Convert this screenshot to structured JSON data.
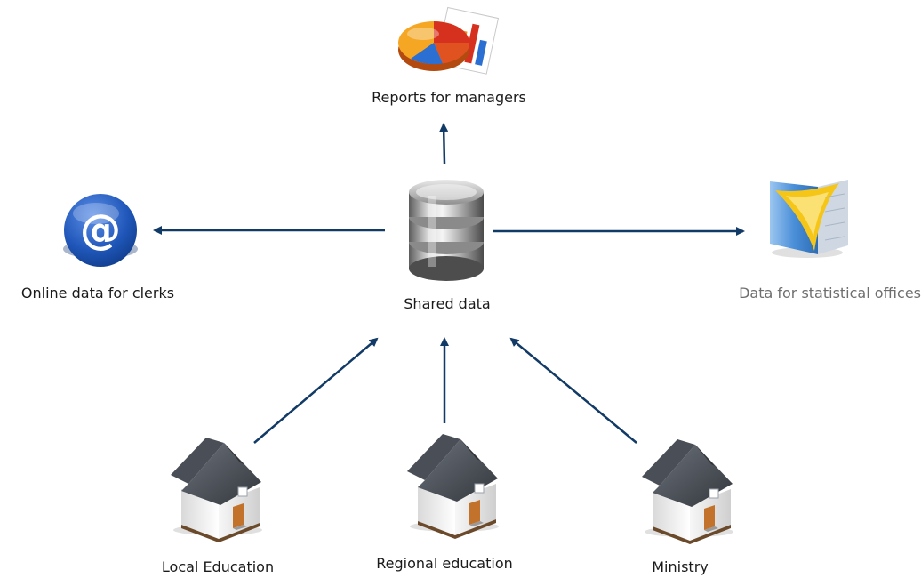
{
  "diagram": {
    "hub": {
      "name": "shared-data",
      "label": "Shared data",
      "icon": "database-icon"
    },
    "outputs": [
      {
        "name": "reports-for-managers",
        "label": "Reports for managers",
        "icon": "pie-chart-report-icon"
      },
      {
        "name": "online-data-for-clerks",
        "label": "Online data for clerks",
        "icon": "at-sign-icon"
      },
      {
        "name": "data-for-statistical-offices",
        "label": "Data for statistical offices",
        "icon": "building-icon"
      }
    ],
    "inputs": [
      {
        "name": "local-education",
        "label": "Local Education",
        "icon": "house-icon"
      },
      {
        "name": "regional-education",
        "label": "Regional education",
        "icon": "house-icon"
      },
      {
        "name": "ministry",
        "label": "Ministry",
        "icon": "house-icon"
      }
    ],
    "colors": {
      "arrow": "#123a66",
      "label_text": "#1a1a1a",
      "label_text_muted": "#6e6e6e",
      "email_blue": "#1f56b8",
      "report_orange": "#f08a1c",
      "report_red": "#d6311f",
      "report_blue": "#2a6fd1",
      "building_yellow": "#f5c518",
      "building_blue": "#4a8fd8",
      "roof_grey": "#4a4f57",
      "door_brown": "#c2722a"
    }
  }
}
